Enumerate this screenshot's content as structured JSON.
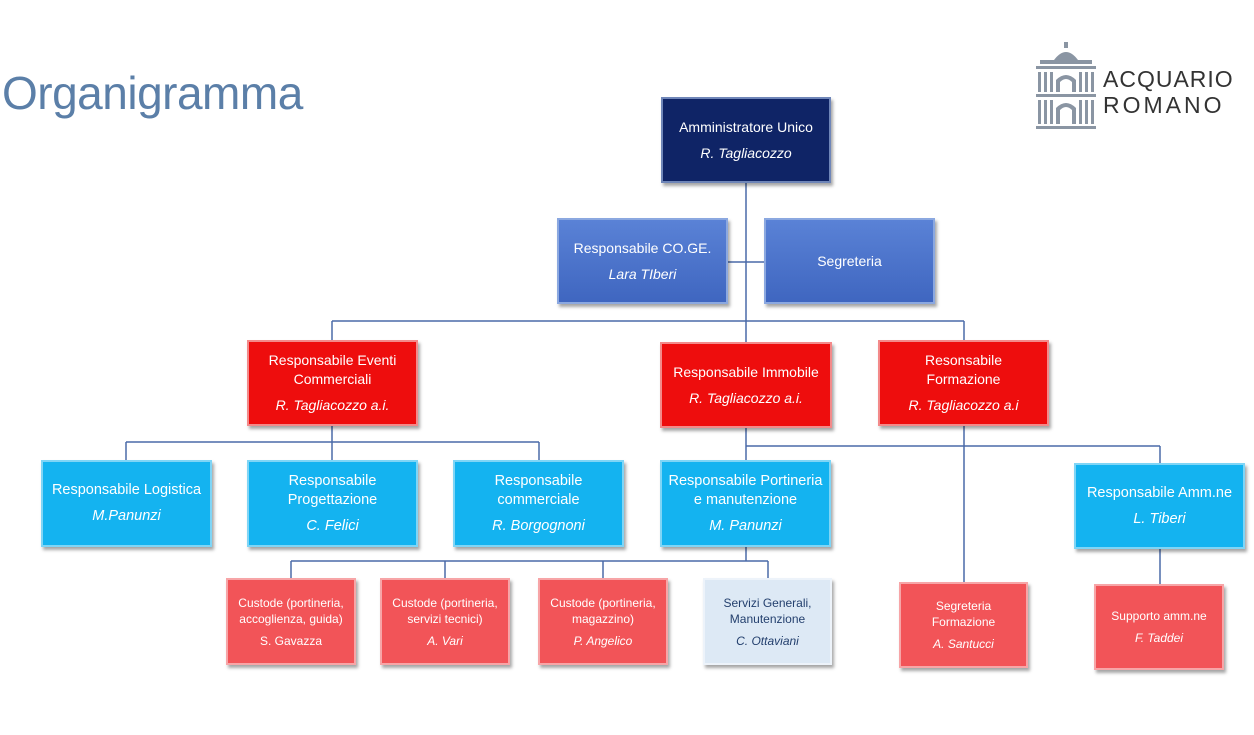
{
  "title": "Organigramma",
  "logo": {
    "line1": "ACQUARIO",
    "line2": "ROMANO"
  },
  "colors": {
    "title": "#5b7fa8",
    "navy": "#0f2466",
    "blue": "#4a72cc",
    "red": "#ee0d0d",
    "cyan": "#14b3f0",
    "pink": "#f25458",
    "pale": "#dde9f5",
    "connector": "#4a6aa8"
  },
  "nodes": {
    "amministratore": {
      "role": "Amministratore Unico",
      "person": "R. Tagliacozzo"
    },
    "coge": {
      "role": "Responsabile CO.GE.",
      "person": "Lara TIberi"
    },
    "segreteria": {
      "role": "Segreteria"
    },
    "eventi": {
      "role": "Responsabile Eventi Commerciali",
      "person": "R. Tagliacozzo a.i."
    },
    "immobile": {
      "role": "Responsabile Immobile",
      "person": "R. Tagliacozzo a.i."
    },
    "formazione": {
      "role": "Resonsabile Formazione",
      "person": "R. Tagliacozzo a.i"
    },
    "logistica": {
      "role": "Responsabile Logistica",
      "person": "M.Panunzi"
    },
    "progettazione": {
      "role": "Responsabile Progettazione",
      "person": "C. Felici"
    },
    "commerciale": {
      "role": "Responsabile commerciale",
      "person": "R. Borgognoni"
    },
    "portineria": {
      "role": "Responsabile Portineria e manutenzione",
      "person": "M. Panunzi"
    },
    "ammne": {
      "role": "Responsabile Amm.ne",
      "person": "L. Tiberi"
    },
    "custode1": {
      "role": "Custode (portineria, accoglienza, guida)",
      "person": "S. Gavazza"
    },
    "custode2": {
      "role": "Custode (portineria, servizi tecnici)",
      "person": "A. Vari"
    },
    "custode3": {
      "role": "Custode (portineria, magazzino)",
      "person": "P. Angelico"
    },
    "servizi": {
      "role": "Servizi Generali, Manutenzione",
      "person": "C. Ottaviani"
    },
    "segreteria_formazione": {
      "role": "Segreteria Formazione",
      "person": "A. Santucci"
    },
    "supporto": {
      "role": "Supporto amm.ne",
      "person": "F. Taddei"
    }
  }
}
